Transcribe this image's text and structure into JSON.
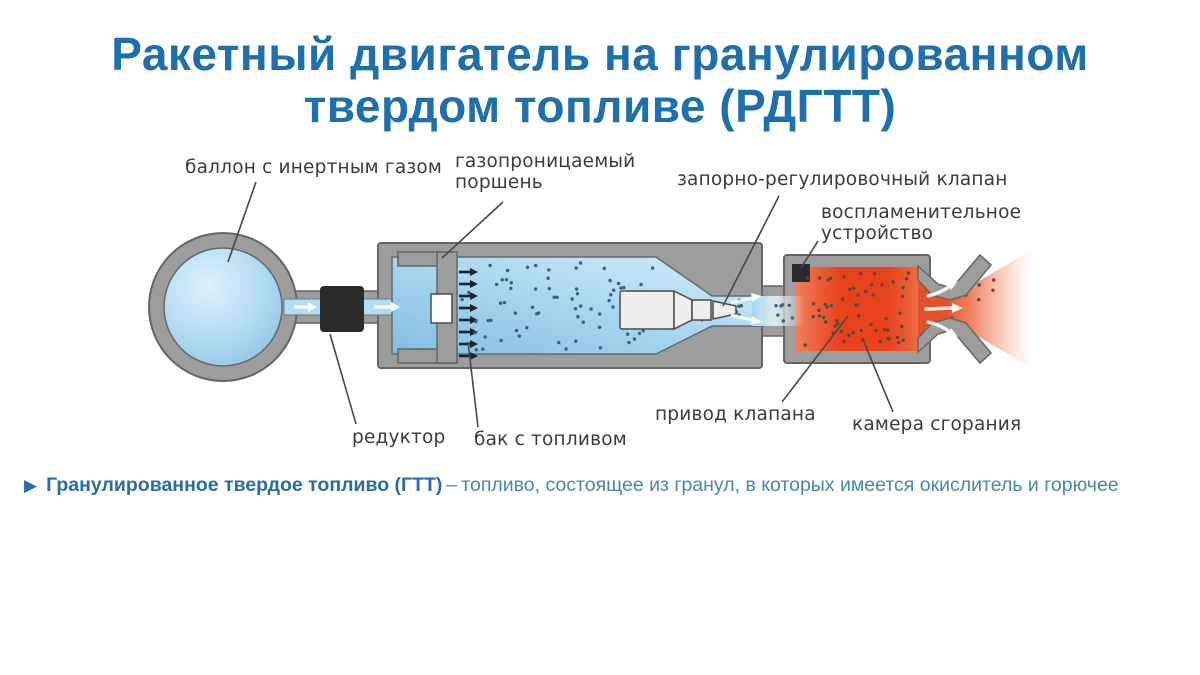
{
  "slide": {
    "title_line1": "Ракетный двигатель на гранулированном",
    "title_line2": "твердом топливе (РДГТТ)"
  },
  "diagram": {
    "labels": {
      "balloon": "баллон с инертным газом",
      "piston": "газопроницаемый поршень",
      "valve": "запорно-регулировочный клапан",
      "igniter": "воспламенительное устройство",
      "reducer": "редуктор",
      "tank": "бак с топливом",
      "actuator": "привод клапана",
      "chamber": "камера сгорания"
    }
  },
  "footer": {
    "bullet_icon": "play-triangle",
    "bullet_glyph": "▶",
    "term": "Гранулированное твердое топливо (ГТТ)",
    "separator": "–",
    "definition": "топливо, состоящее из гранул, в которых имеется окислитель и горючее"
  },
  "theme": {
    "title_blue": "#1e6fae",
    "term_blue": "#2a6da6",
    "def_blue": "#4687b8",
    "label_gray": "#3b3b3b",
    "wall_gray": "#9d9d9d",
    "outline_gray": "#656565",
    "block_black": "#2b2b2b",
    "gas_blue": "#9fd3ee",
    "flame_orange": "#e8431d",
    "granule_dot": "#3a5f7d",
    "chamber_dot": "#5d463c"
  }
}
